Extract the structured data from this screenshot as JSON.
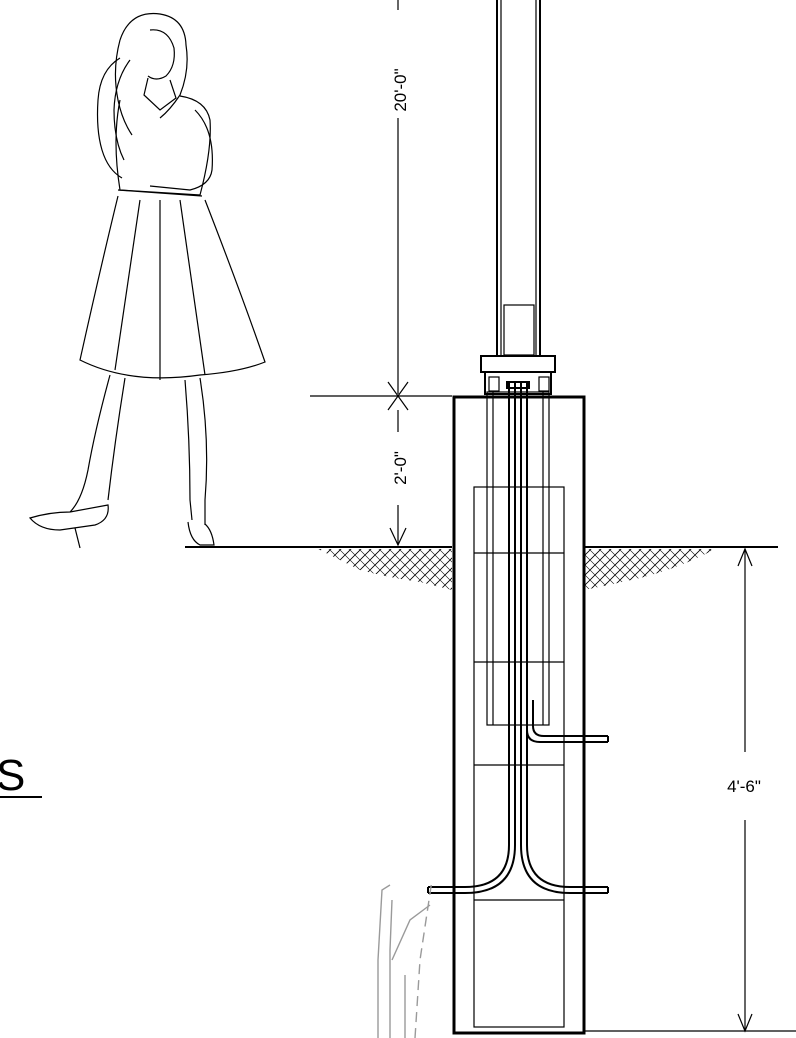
{
  "dimensions": {
    "pole_height": "20'-0\"",
    "base_exposure": "2'-0\"",
    "embedment_depth": "4'-6\""
  },
  "partial_label": "S",
  "colors": {
    "line": "#000000",
    "hidden_line": "#9a9a9a",
    "background": "#ffffff"
  },
  "figure": "woman-silhouette"
}
